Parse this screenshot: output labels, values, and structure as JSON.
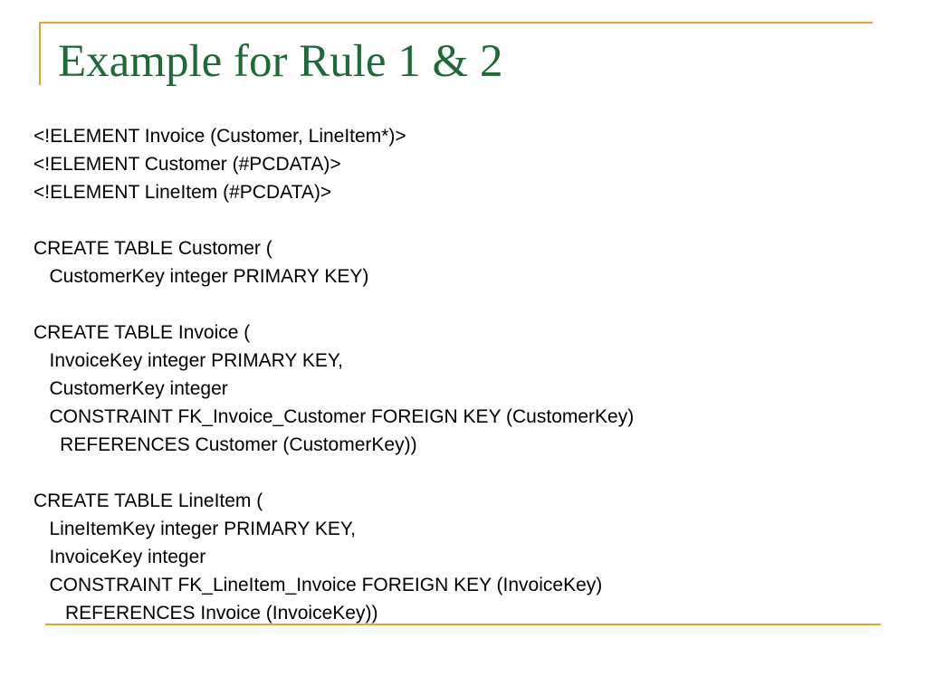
{
  "slide": {
    "title": "Example for Rule 1 & 2",
    "colors": {
      "title": "#1d6a37",
      "accent_rule": "#e0a72a",
      "text": "#000000",
      "background": "#ffffff"
    },
    "lines": [
      "<!ELEMENT Invoice (Customer, LineItem*)>",
      "<!ELEMENT Customer (#PCDATA)>",
      "<!ELEMENT LineItem (#PCDATA)>",
      "",
      "CREATE TABLE Customer (",
      "   CustomerKey integer PRIMARY KEY)",
      "",
      "CREATE TABLE Invoice (",
      "   InvoiceKey integer PRIMARY KEY,",
      "   CustomerKey integer",
      "   CONSTRAINT FK_Invoice_Customer FOREIGN KEY (CustomerKey)",
      "     REFERENCES Customer (CustomerKey))",
      "",
      "CREATE TABLE LineItem (",
      "   LineItemKey integer PRIMARY KEY,",
      "   InvoiceKey integer",
      "   CONSTRAINT FK_LineItem_Invoice FOREIGN KEY (InvoiceKey)",
      "      REFERENCES Invoice (InvoiceKey))"
    ]
  }
}
